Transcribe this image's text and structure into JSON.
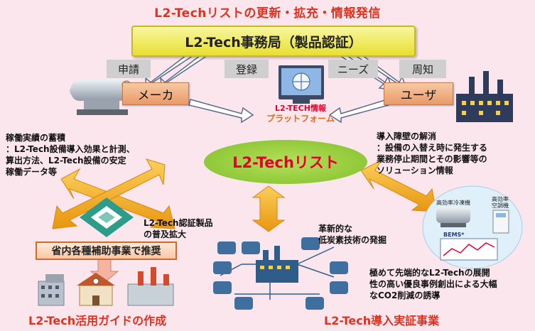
{
  "header": {
    "title": "L2-Techリストの更新・拡充・情報発信"
  },
  "office": {
    "label": "L2-Tech事務局（製品認証）"
  },
  "flow_tags": {
    "apply": "申請",
    "register": "登録",
    "needs": "ニーズ",
    "notify": "周知"
  },
  "entities": {
    "maker": "メーカ",
    "user": "ユーザ"
  },
  "platform": {
    "line1": "L2-TECH情報",
    "line2": "プラットフォーム"
  },
  "center": {
    "label": "L2-Techリスト"
  },
  "left_note": {
    "line1": "稼働実績の蓄積",
    "line2": "：L2-Tech設備導入効果と計測、",
    "line3": "算出方法、L2-Tech設備の安定",
    "line4": "稼働データ等"
  },
  "right_note": {
    "line1": "導入障壁の解消",
    "line2": "：設備の入替え時に発生する",
    "line3": "業務停止期間とその影響等の",
    "line4": "ソリューション情報"
  },
  "certified": {
    "line1": "L2-Tech認証製品",
    "line2": "の普及拡大"
  },
  "subsidy": {
    "label": "省内各種補助事業で推奨"
  },
  "innovation": {
    "line1": "革新的な",
    "line2": "低炭素技術の発掘"
  },
  "advanced": {
    "line1": "極めて先端的なL2-Techの展開",
    "line2": "性の高い優良事例創出による大幅",
    "line3": "なCO2削減の誘導"
  },
  "equipment_labels": {
    "chiller": "高効率冷凍機",
    "aircon_l1": "高効率",
    "aircon_l2": "空調機",
    "bems": "BEMS*"
  },
  "bottom": {
    "guide": "L2-Tech活用ガイドの作成",
    "demo": "L2-Tech導入実証事業"
  },
  "colors": {
    "accent_red": "#e0301e",
    "arrow_orange": "#f2a81d",
    "list_green": "#8fcb3a",
    "office_yellow": "#f0ea58"
  }
}
